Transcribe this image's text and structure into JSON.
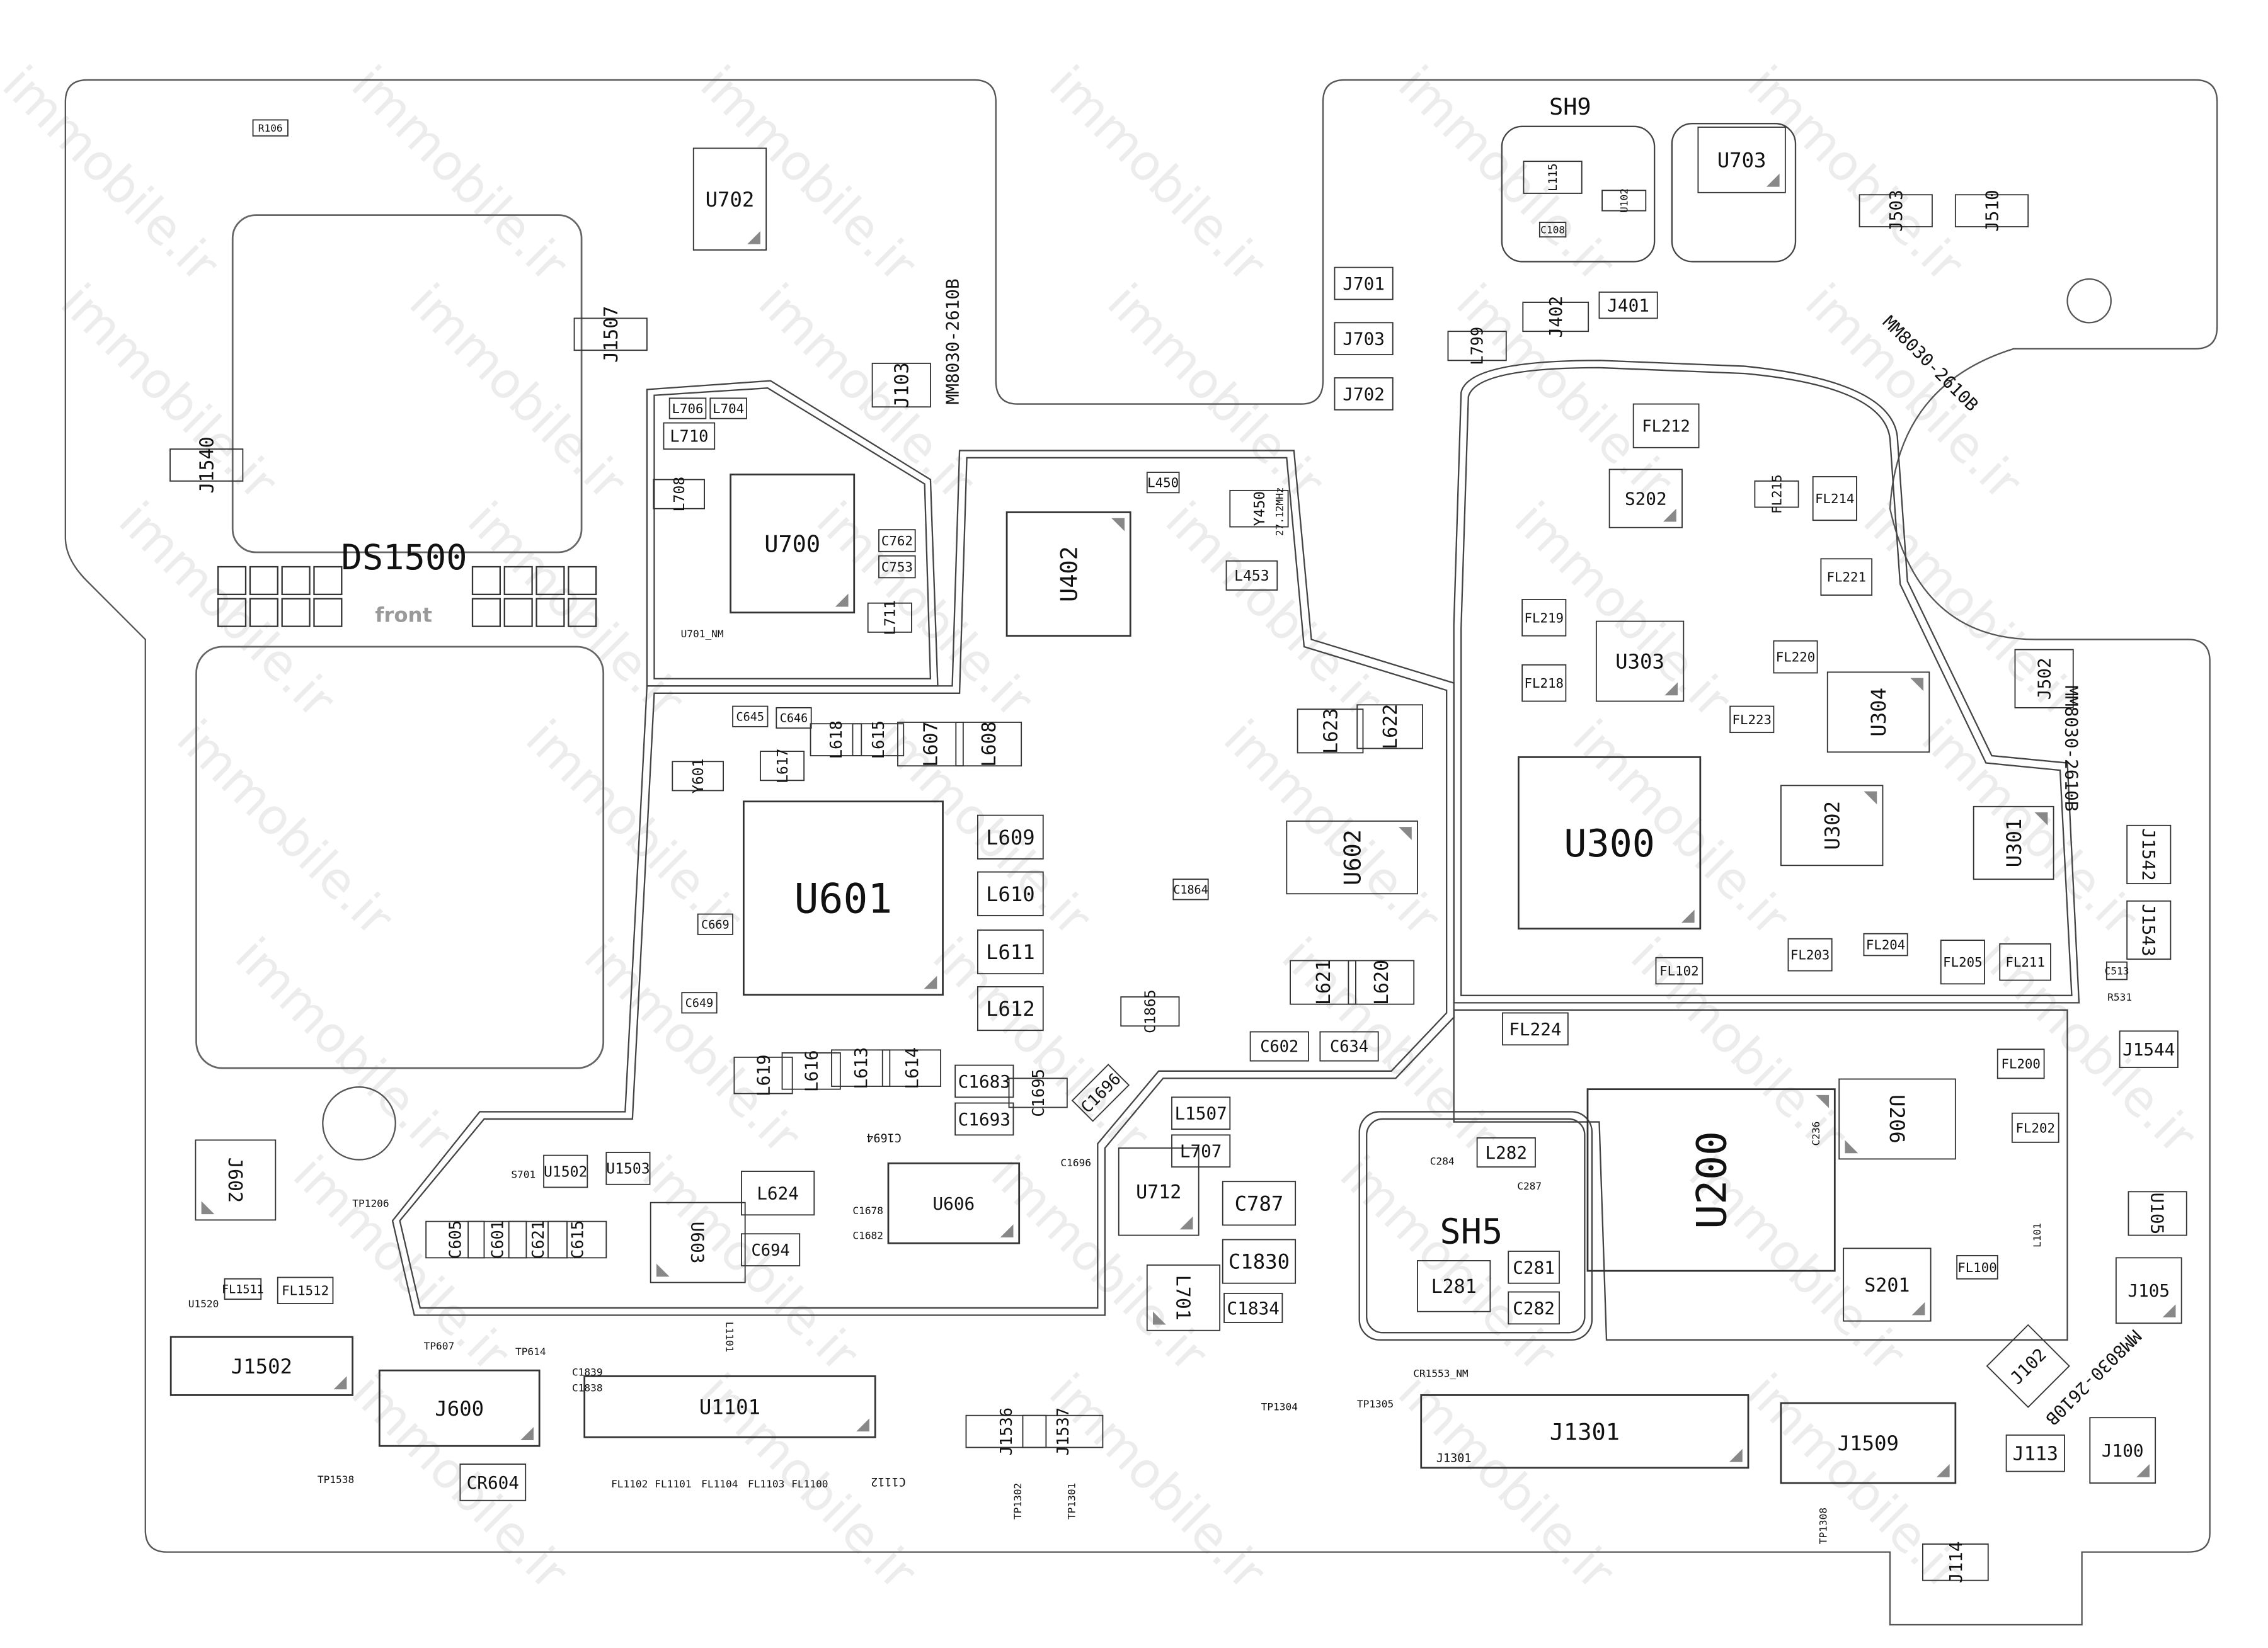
{
  "watermark": "immobile.ir",
  "silkscreen": {
    "front": "front"
  },
  "colors": {
    "outline": "#555555",
    "text": "#111111",
    "watermark": "#ececec",
    "pad": "#777777"
  },
  "components": [
    "DS1500",
    "U601",
    "U300",
    "U200",
    "SH9",
    "SH5",
    "U702",
    "J1507",
    "J1540",
    "U700",
    "U402",
    "J103",
    "U703",
    "J503",
    "J510",
    "J701",
    "J703",
    "J702",
    "J401",
    "J402",
    "L799",
    "U602",
    "U303",
    "U304",
    "U302",
    "U301",
    "J502",
    "J1542",
    "J1543",
    "J1544",
    "U206",
    "U105",
    "J105",
    "J100",
    "J113",
    "J102",
    "J114",
    "J1509",
    "J1301",
    "U1101",
    "J1502",
    "J600",
    "J602",
    "U606",
    "U603",
    "U712",
    "C787",
    "C1830",
    "C1834",
    "L701",
    "S201",
    "S202",
    "FL212",
    "L281",
    "C281",
    "C282",
    "L282",
    "FL224",
    "CR604",
    "L609",
    "L610",
    "L611",
    "L612",
    "L624",
    "L607",
    "L608",
    "L623",
    "L622",
    "L621",
    "L620",
    "C1683",
    "C1693",
    "L1507",
    "L707",
    "U1502",
    "U1503",
    "L619",
    "L616",
    "L613",
    "L614",
    "C1695",
    "C1696",
    "C694",
    "C615",
    "C605",
    "C601",
    "C621",
    "L706",
    "L704",
    "L710",
    "L708",
    "L711",
    "C762",
    "C753",
    "Y450",
    "L453",
    "L450",
    "FL211",
    "FL205",
    "FL200",
    "FL202",
    "FL100",
    "FL1512",
    "FL1511",
    "J1536",
    "J1537",
    "Y601",
    "L618",
    "L615",
    "L617",
    "C1865",
    "C602",
    "C634",
    "FL221",
    "FL214",
    "FL220",
    "FL223",
    "FL219",
    "FL218",
    "FL203",
    "FL204",
    "FL102",
    "FL215",
    "FL1102",
    "FL1101",
    "FL1104",
    "FL1103",
    "FL1100",
    "U1520",
    "TP607",
    "TP614",
    "TP1538",
    "TP1304",
    "TP1305",
    "TP1308",
    "TP1302",
    "TP1301",
    "TP1206",
    "CR1553_NM",
    "C1839",
    "C1838",
    "MM8030-2610B",
    "MM8030-2610B",
    "MM8030-2610B",
    "MM8030-2610B",
    "27.12MHz",
    "R106",
    "L115",
    "C108",
    "U102",
    "U701_NM",
    "C645",
    "C646",
    "C669",
    "C649",
    "C1864",
    "C1696",
    "C1694",
    "C1682",
    "C1678",
    "L1101",
    "C1112",
    "R531",
    "C513",
    "J1301",
    "S701",
    "C284",
    "C287",
    "C236",
    "L101"
  ]
}
